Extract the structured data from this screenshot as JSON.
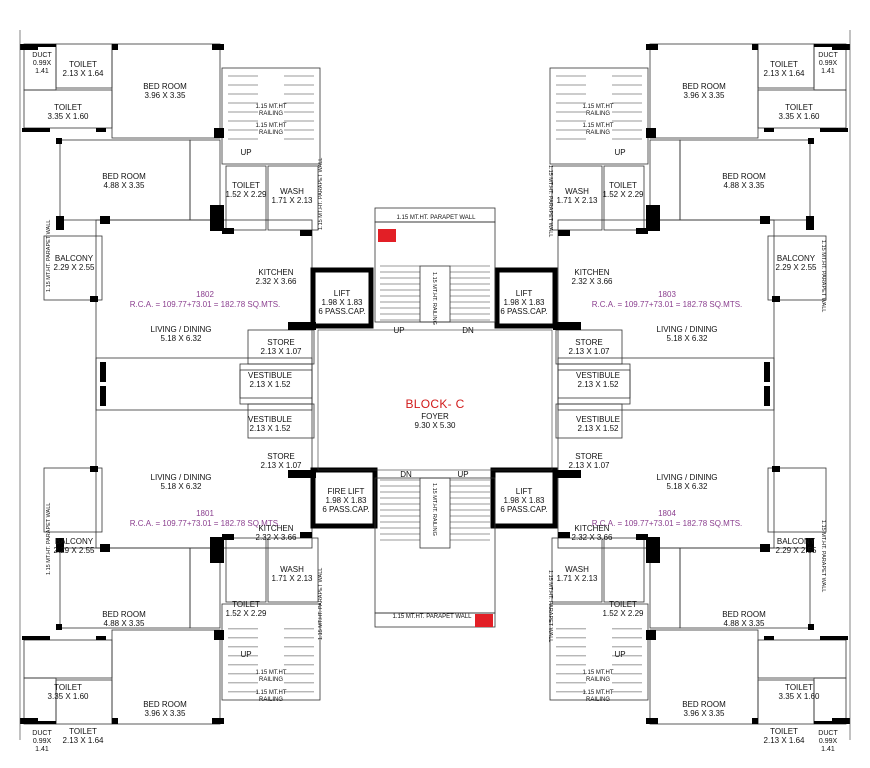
{
  "block": {
    "title": "BLOCK- C",
    "foyer_name": "FOYER",
    "foyer_dims": "9.30 X 5.30"
  },
  "units": [
    {
      "no": "1802",
      "rca": "R.C.A. = 109.77+73.01 = 182.78  SQ.MTS."
    },
    {
      "no": "1803",
      "rca": "R.C.A. = 109.77+73.01 = 182.78  SQ.MTS."
    },
    {
      "no": "1801",
      "rca": "R.C.A. = 109.77+73.01 = 182.78  SQ.MTS."
    },
    {
      "no": "1804",
      "rca": "R.C.A. = 109.77+73.01 = 182.78  SQ.MTS."
    }
  ],
  "rooms": {
    "duct": {
      "name": "DUCT",
      "dims": "0.99X",
      "dims2": "1.41"
    },
    "toilet_small": {
      "name": "TOILET",
      "dims": "2.13 X 1.64"
    },
    "toilet_large": {
      "name": "TOILET",
      "dims": "3.35 X 1.60"
    },
    "bed_master": {
      "name": "BED ROOM",
      "dims": "3.96 X 3.35"
    },
    "bed_second": {
      "name": "BED ROOM",
      "dims": "4.88 X 3.35"
    },
    "toilet_wash": {
      "name": "TOILET",
      "dims": "1.52 X 2.29"
    },
    "wash": {
      "name": "WASH",
      "dims": "1.71 X 2.13"
    },
    "balcony": {
      "name": "BALCONY",
      "dims": "2.29 X 2.55"
    },
    "kitchen": {
      "name": "KITCHEN",
      "dims": "2.32 X 3.66"
    },
    "living": {
      "name": "LIVING / DINING",
      "dims": "5.18 X 6.32"
    },
    "store": {
      "name": "STORE",
      "dims": "2.13 X 1.07"
    },
    "vestibule": {
      "name": "VESTIBULE",
      "dims": "2.13 X 1.52"
    }
  },
  "lifts": {
    "lift": {
      "name": "LIFT",
      "dims": "1.98 X 1.83",
      "cap": "6 PASS.CAP."
    },
    "fire_lift": {
      "name": "FIRE LIFT",
      "dims": "1.98 X 1.83",
      "cap": "6 PASS.CAP."
    }
  },
  "notes": {
    "parapet": "1.15 MT.HT. PARAPET WALL",
    "parapet_v": "1.15 MT.HT. PARAPET WALL",
    "railing_a": "1.15 MT.HT",
    "railing_b": "RAILING",
    "stair_rail": "1.15 MT.HT. RAILING",
    "up": "UP",
    "dn": "DN"
  },
  "colors": {
    "wall": "#000000",
    "line": "#333333",
    "title": "#d11b1b",
    "rca": "#8b3f8f",
    "fire": "#e21f26"
  }
}
